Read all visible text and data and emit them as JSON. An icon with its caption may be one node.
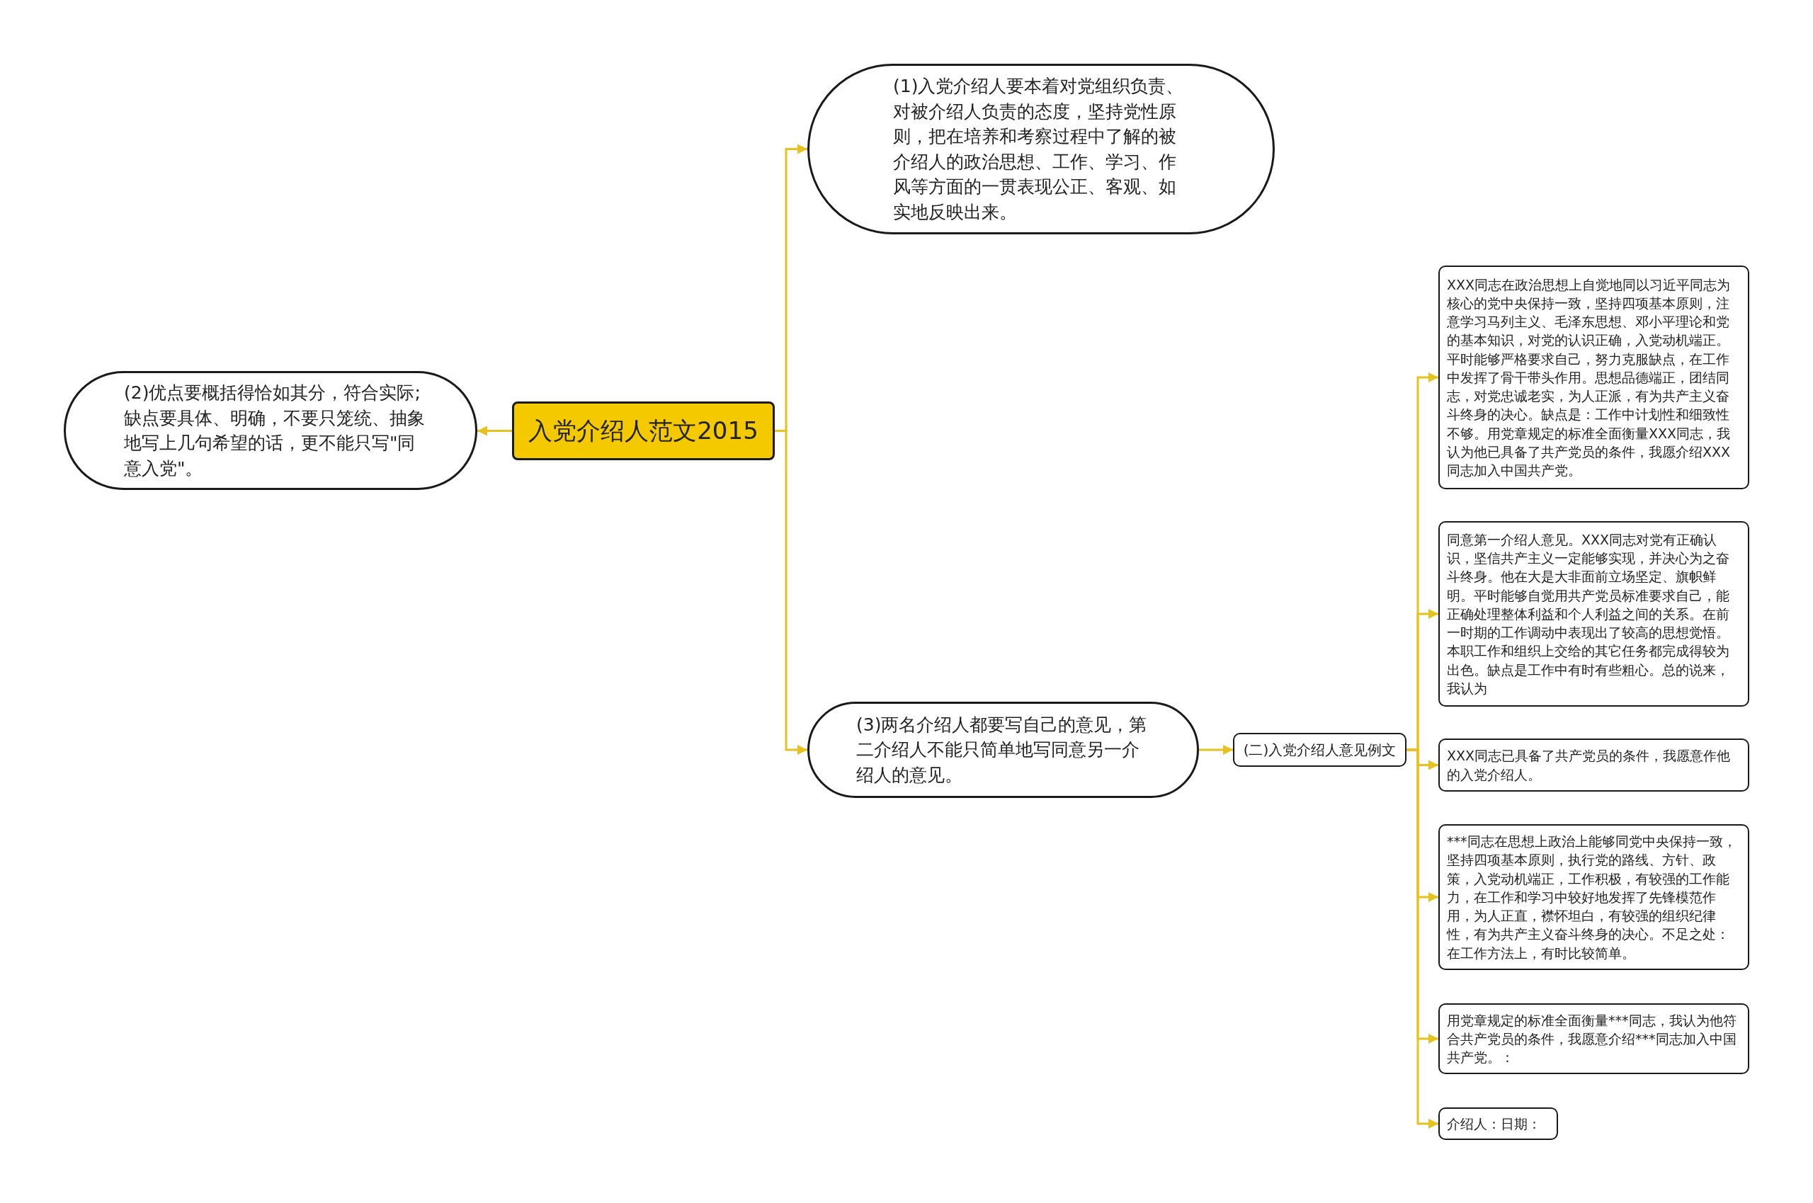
{
  "diagram": {
    "nodes": [
      {
        "text": [
          "入党介绍人范文2015"
        ]
      },
      {
        "text": [
          "(1)入党介绍人要本着对党组织负责、对被介绍人负责的态度，坚持党性原则，把在培养和考察过程中了解的被介绍人的政治思想、工作、学习、作风等方面的一贯表现公正、客观、如实地反映出来。"
        ]
      },
      {
        "text": [
          "(2)优点要概括得恰如其分，符合实际;缺点要具体、明确，不要只笼统、抽象地写上几句希望的话，更不能只写\"同意入党\"。"
        ]
      },
      {
        "text": [
          "(3)两名介绍人都要写自己的意见，第二介绍人不能只简单地写同意另一介绍人的意见。"
        ]
      },
      {
        "text": [
          "(二)入党介绍人意见例文"
        ]
      },
      {
        "text": [
          "XXX同志在政治思想上自觉地同以习近平同志为核心的党中央保持一致，坚持四项基本原则，注意学习马列主义、毛泽东思想、邓小平理论和党的基本知识，对党的认识正确，入党动机端正。平时能够严格要求自己，努力克服缺点，在工作中发挥了骨干带头作用。思想品德端正，团结同志，对党忠诚老实，为人正派，有为共产主义奋斗终身的决心。缺点是：工作中计划性和细致性不够。用党章规定的标准全面衡量XXX同志，我认为他已具备了共产党员的条件，我愿介绍XXX同志加入中国共产党。"
        ]
      },
      {
        "text": [
          "同意第一介绍人意见。XXX同志对党有正确认识，坚信共产主义一定能够实现，并决心为之奋斗终身。他在大是大非面前立场坚定、旗帜鲜明。平时能够自觉用共产党员标准要求自己，能正确处理整体利益和个人利益之间的关系。在前一时期的工作调动中表现出了较高的思想觉悟。本职工作和组织上交给的其它任务都完成得较为出色。缺点是工作中有时有些粗心。总的说来，我认为"
        ]
      },
      {
        "text": [
          "XXX同志已具备了共产党员的条件，我愿意作他的入党介绍人。"
        ]
      },
      {
        "text": [
          "***同志在思想上政治上能够同党中央保持一致，坚持四项基本原则，执行党的路线、方针、政策，入党动机端正，工作积极，有较强的工作能力，在工作和学习中较好地发挥了先锋模范作用，为人正直，襟怀坦白，有较强的组织纪律性，有为共产主义奋斗终身的决心。不足之处：在工作方法上，有时比较简单。"
        ]
      },
      {
        "text": [
          "用党章规定的标准全面衡量***同志，我认为他符合共产党员的条件，我愿意介绍***同志加入中国共产党。："
        ]
      },
      {
        "text": [
          "介绍人：日期："
        ]
      }
    ],
    "edges": [
      {
        "from": 0,
        "to": 1,
        "arrow": "to"
      },
      {
        "from": 0,
        "to": 2,
        "arrow": "to"
      },
      {
        "from": 0,
        "to": 3,
        "arrow": "to"
      },
      {
        "from": 3,
        "to": 4,
        "arrow": "to"
      },
      {
        "from": 4,
        "to": 5,
        "arrow": "to"
      },
      {
        "from": 4,
        "to": 6,
        "arrow": "to"
      },
      {
        "from": 4,
        "to": 7,
        "arrow": "to"
      },
      {
        "from": 4,
        "to": 8,
        "arrow": "to"
      },
      {
        "from": 4,
        "to": 9,
        "arrow": "to"
      },
      {
        "from": 4,
        "to": 10,
        "arrow": "to"
      }
    ]
  }
}
